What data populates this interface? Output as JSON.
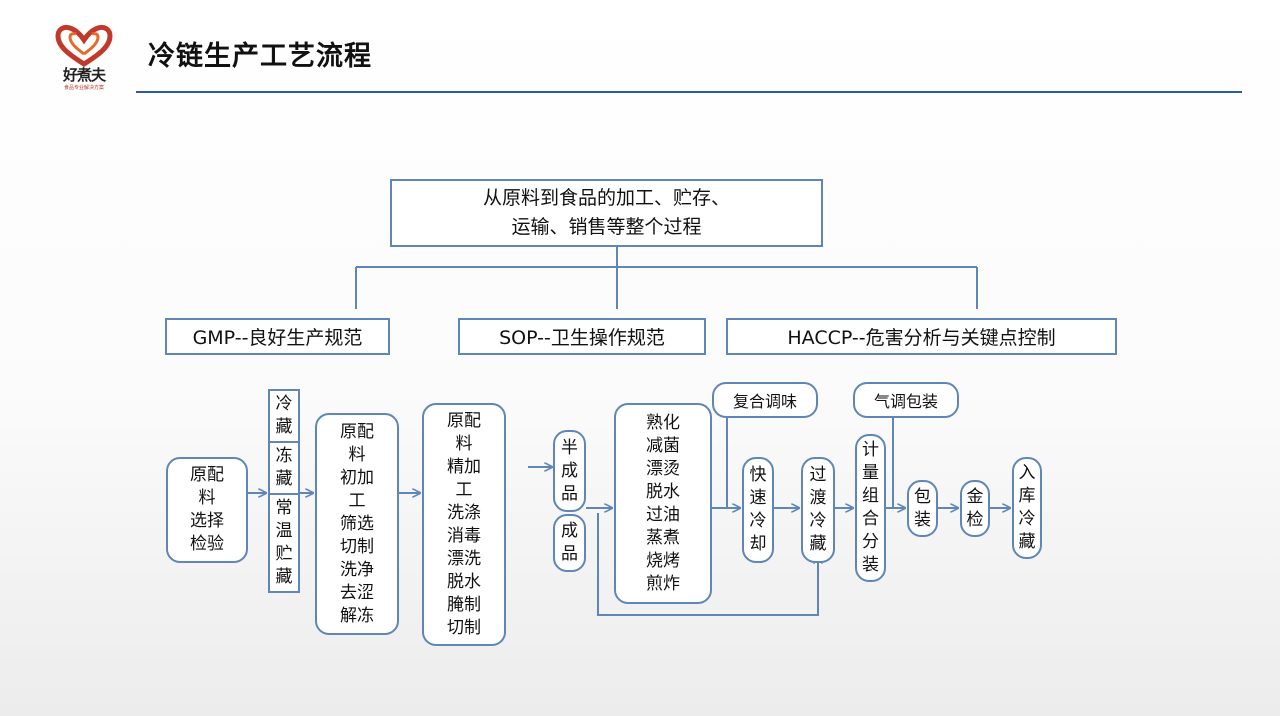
{
  "header": {
    "title": "冷链生产工艺流程",
    "logo_text": "好煮夫",
    "logo_subtext": "食品专业解决方案"
  },
  "definition": {
    "line1": "从原料到食品的加工、贮存、",
    "line2": "运输、销售等整个过程"
  },
  "standards": [
    "GMP--良好生产规范",
    "SOP--卫生操作规范",
    "HACCP--危害分析与关键点控制"
  ],
  "flow": {
    "raw_select": [
      "原配",
      "料",
      "选择",
      "检验"
    ],
    "storage": [
      [
        "冷",
        "藏"
      ],
      [
        "冻",
        "藏"
      ],
      [
        "常",
        "温",
        "贮",
        "藏"
      ]
    ],
    "pre_process": [
      "原配",
      "料",
      "初加",
      "工",
      "筛选",
      "切制",
      "洗净",
      "去涩",
      "解冻"
    ],
    "fine_process": [
      "原配",
      "料",
      "精加",
      "工",
      "洗涤",
      "消毒",
      "漂洗",
      "脱水",
      "腌制",
      "切制"
    ],
    "semi_finished": [
      "半",
      "成",
      "品"
    ],
    "finished": [
      "成",
      "品"
    ],
    "cooking": [
      "熟化",
      "减菌",
      "漂烫",
      "脱水",
      "过油",
      "蒸煮",
      "烧烤",
      "煎炸"
    ],
    "seasoning": "复合调味",
    "quick_cool": [
      "快",
      "速",
      "冷",
      "却"
    ],
    "transition": [
      "过",
      "渡",
      "冷",
      "藏"
    ],
    "map_packaging": "气调包装",
    "weigh_pack": [
      "计",
      "量",
      "组",
      "合",
      "分",
      "装"
    ],
    "package": [
      "包",
      "装"
    ],
    "metal_check": [
      "金",
      "检"
    ],
    "cold_store": [
      "入",
      "库",
      "冷",
      "藏"
    ]
  },
  "colors": {
    "box_border": "#5f85b9",
    "connector": "#5f85b9",
    "title_rule": "#2e5ca3",
    "logo_red": "#c0392b"
  }
}
